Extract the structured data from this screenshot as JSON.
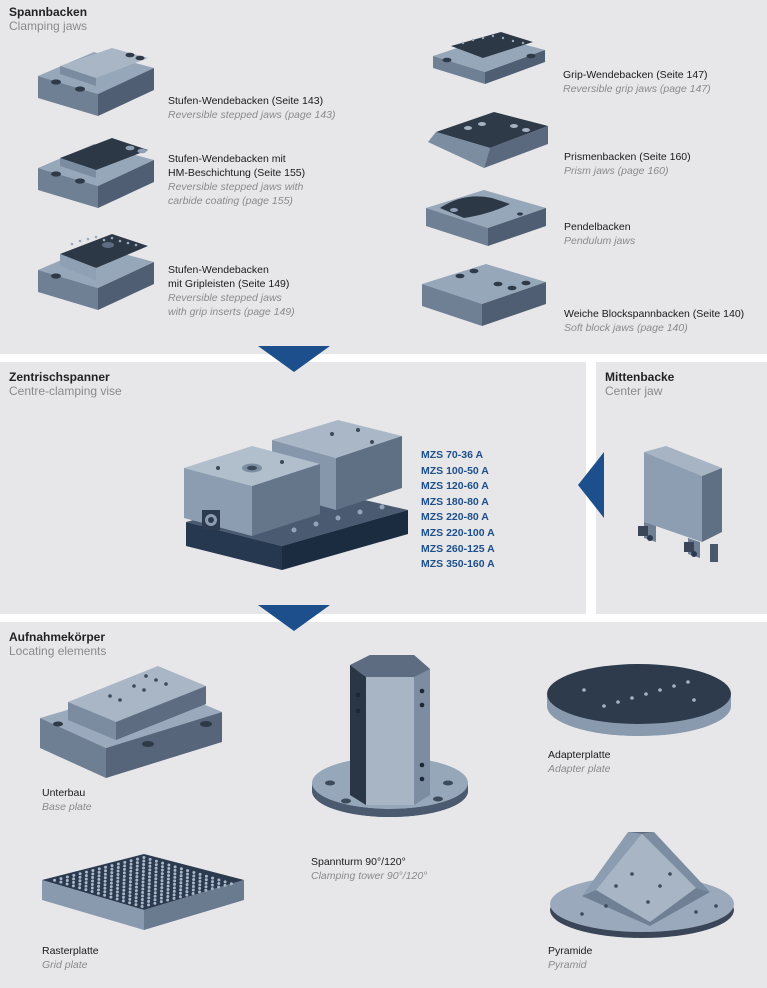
{
  "sections": {
    "clamping": {
      "title": "Spannbacken",
      "subtitle": "Clamping jaws"
    },
    "vise": {
      "title": "Zentrischspanner",
      "subtitle": "Centre-clamping vise"
    },
    "center": {
      "title": "Mittenbacke",
      "subtitle": "Center jaw"
    },
    "locating": {
      "title": "Aufnahmekörper",
      "subtitle": "Locating elements"
    }
  },
  "jaws": [
    {
      "de": "Stufen-Wendebacken (Seite 143)",
      "en": "Reversible stepped jaws (page 143)"
    },
    {
      "de": "Stufen-Wendebacken mit\nHM-Beschichtung (Seite 155)",
      "en": "Reversible stepped jaws with\ncarbide coating (page 155)"
    },
    {
      "de": "Stufen-Wendebacken\nmit Gripleisten (Seite 149)",
      "en": "Reversible stepped jaws\nwith grip inserts (page 149)"
    },
    {
      "de": "Grip-Wendebacken (Seite 147)",
      "en": "Reversible grip jaws (page 147)"
    },
    {
      "de": "Prismenbacken (Seite 160)",
      "en": "Prism jaws (page 160)"
    },
    {
      "de": "Pendelbacken",
      "en": "Pendulum jaws"
    },
    {
      "de": "Weiche Blockspannbacken (Seite 140)",
      "en": "Soft block jaws (page 140)"
    }
  ],
  "models": [
    "MZS 70-36 A",
    "MZS 100-50 A",
    "MZS 120-60 A",
    "MZS 180-80 A",
    "MZS 220-80 A",
    "MZS 220-100 A",
    "MZS 260-125 A",
    "MZS 350-160 A"
  ],
  "locating": [
    {
      "de": "Unterbau",
      "en": "Base plate"
    },
    {
      "de": "Spannturm 90°/120°",
      "en": "Clamping tower 90°/120°"
    },
    {
      "de": "Adapterplatte",
      "en": "Adapter plate"
    },
    {
      "de": "Rasterplatte",
      "en": "Grid plate"
    },
    {
      "de": "Pyramide",
      "en": "Pyramid"
    }
  ],
  "colors": {
    "panel": "#e7e7e9",
    "arrow": "#1d4f8c",
    "steel_top": "#8fa0b4",
    "steel_side": "#6c7c90",
    "steel_dark": "#3d4a5a"
  }
}
